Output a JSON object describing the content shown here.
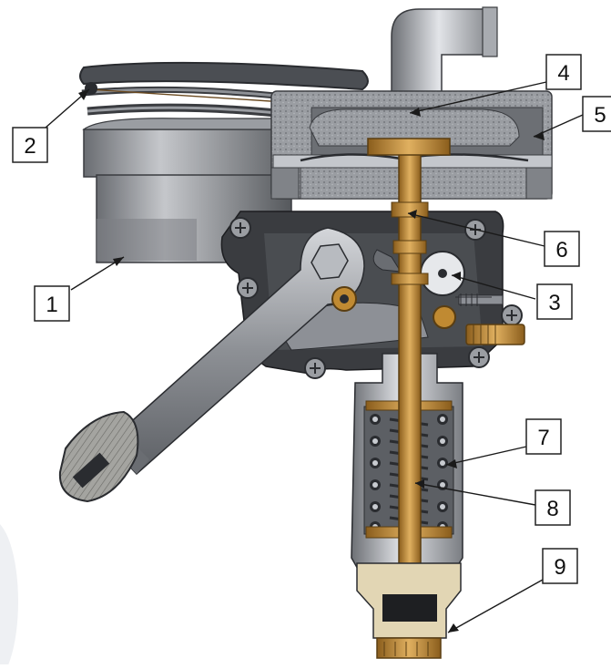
{
  "callouts": [
    {
      "label": "1",
      "part": "spring-pack"
    },
    {
      "label": "2",
      "part": "spring-end"
    },
    {
      "label": "3",
      "part": "cam-follower-wheel"
    },
    {
      "label": "4",
      "part": "diaphragm"
    },
    {
      "label": "5",
      "part": "diaphragm-seal"
    },
    {
      "label": "6",
      "part": "valve-stem"
    },
    {
      "label": "7",
      "part": "outer-spring"
    },
    {
      "label": "8",
      "part": "inner-spring"
    },
    {
      "label": "9",
      "part": "valve-seat"
    }
  ],
  "colors": {
    "casting": "#8e9196",
    "casting_dark": "#5c5f64",
    "steel": "#c8cbd0",
    "brass": "#c08a32",
    "brass_dark": "#7a5318",
    "housing": "#3c3e42",
    "label_border": "#222222"
  }
}
